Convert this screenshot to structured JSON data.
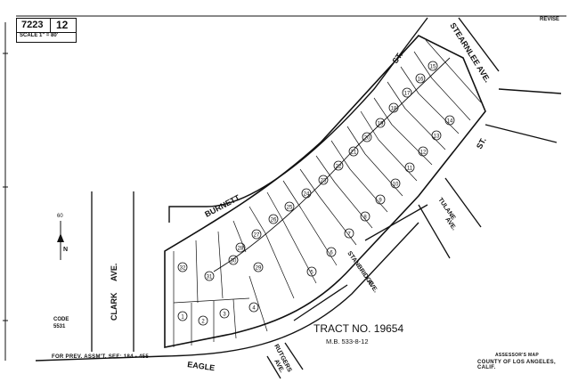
{
  "header": {
    "book_number": "7223",
    "page_number": "12",
    "scale_label": "SCALE 1\" = 80'",
    "revised_label": "REVISE"
  },
  "streets": {
    "burnett_st_a": "ST.",
    "burnett_st_b": "BURNETT",
    "stearnlee": "STEARNLEE AVE.",
    "st_right": "ST.",
    "tulane": "TULANE",
    "tulane_ave": "AVE.",
    "stanbridge": "STANBRIDGE",
    "stanbridge_ave": "AVE.",
    "clark": "CLARK",
    "clark_ave": "AVE.",
    "eagle": "EAGLE",
    "rutgers": "RUTGERS",
    "rutgers_ave": "AVE."
  },
  "tract": {
    "title": "TRACT NO. 19654",
    "mb": "M.B. 533-8-12"
  },
  "code": {
    "label": "CODE",
    "value": "5531"
  },
  "north_arrow": {
    "top_value": "60",
    "letter": "N"
  },
  "footer": {
    "prev_assmt": "FOR PREV. ASSM'T. SEE:  184 - 455",
    "assessor_map": "ASSESSOR'S MAP",
    "county": "COUNTY OF LOS ANGELES, CALIF."
  },
  "parcels": {
    "upper_row": [
      "14",
      "13",
      "12",
      "11",
      "10",
      "9",
      "8",
      "7",
      "6",
      "5"
    ],
    "lower_row": [
      "15",
      "16",
      "17",
      "18",
      "19",
      "20",
      "21",
      "22",
      "23",
      "24",
      "25",
      "26",
      "27",
      "28",
      "29"
    ],
    "west_group": [
      "32",
      "31",
      "30",
      "1",
      "2",
      "3",
      "4"
    ]
  }
}
